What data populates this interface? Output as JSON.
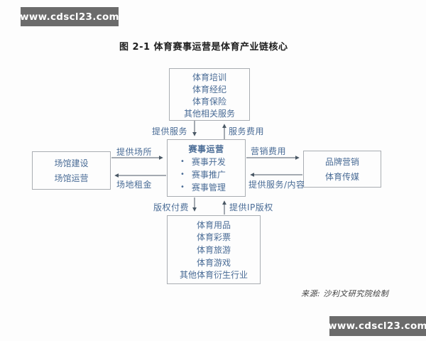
{
  "watermark_top": {
    "text": "www.cdscl23.com"
  },
  "watermark_bottom": {
    "text": "www.cdscl23.com"
  },
  "figure": {
    "title": "图 2-1 体育赛事运营是体育产业链核心",
    "source": "来源: 沙利文研究院绘制"
  },
  "diagram": {
    "top_box": {
      "items": [
        "体育培训",
        "体育经纪",
        "体育保险",
        "其他相关服务"
      ]
    },
    "center_box": {
      "title": "赛事运营",
      "bullet": "•",
      "items": [
        "赛事开发",
        "赛事推广",
        "赛事管理"
      ]
    },
    "left_box": {
      "items": [
        "场馆建设",
        "场馆运营"
      ]
    },
    "right_box": {
      "items": [
        "品牌营销",
        "体育传媒"
      ]
    },
    "bottom_box": {
      "items": [
        "体育用品",
        "体育彩票",
        "体育旅游",
        "体育游戏",
        "其他体育衍生行业"
      ]
    },
    "labels": {
      "provide_service": "提供服务",
      "service_fee": "服务费用",
      "provide_venue": "提供场所",
      "venue_rent": "场地租金",
      "marketing_fee": "营销费用",
      "provide_service_content": "提供服务/内容",
      "copyright_fee": "版权付费",
      "provide_ip": "提供IP版权"
    },
    "colors": {
      "text_blue": "#4a6c96",
      "line": "#4a5865",
      "box_border": "#a9adb2",
      "badge_bg": "#6b6b6b"
    }
  }
}
